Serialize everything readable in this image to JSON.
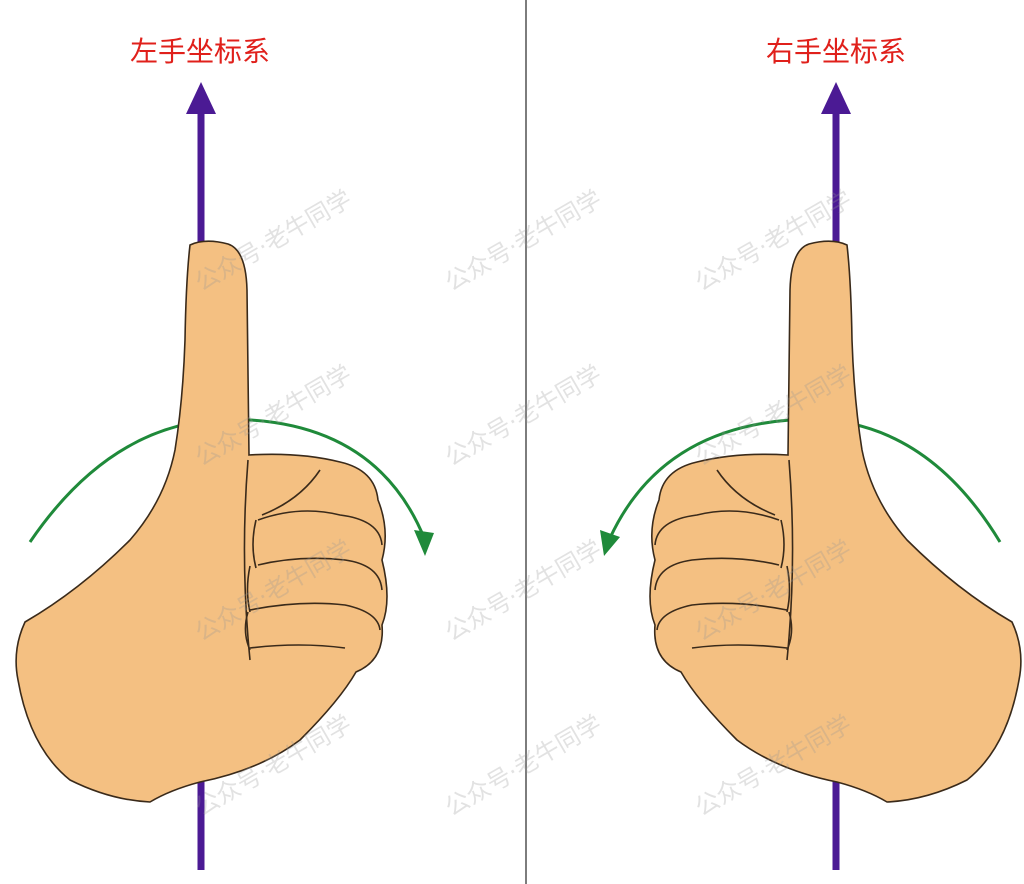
{
  "left_title": "左手坐标系",
  "right_title": "右手坐标系",
  "watermark_text": "公众号·老牛同学",
  "colors": {
    "title": "#e0201b",
    "axis": "#4b1a94",
    "rotation_arrow": "#1f8a3a",
    "skin": "#f4c082",
    "outline": "#3a2a1a",
    "divider": "#7d7d7d"
  }
}
